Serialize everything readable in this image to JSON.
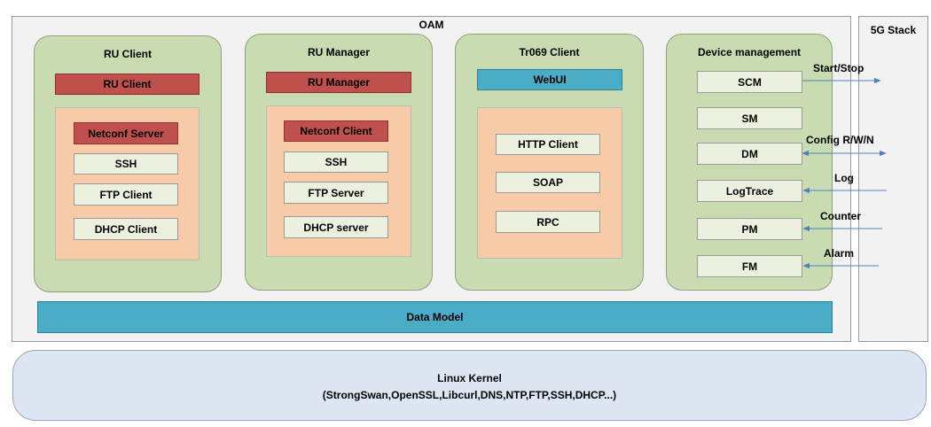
{
  "oam": {
    "title": "OAM"
  },
  "stack_5g": {
    "title": "5G Stack"
  },
  "ru_client": {
    "title": "RU Client",
    "header": "RU Client",
    "components": [
      "Netconf Server",
      "SSH",
      "FTP Client",
      "DHCP Client"
    ]
  },
  "ru_manager": {
    "title": "RU Manager",
    "header": "RU Manager",
    "components": [
      "Netconf Client",
      "SSH",
      "FTP Server",
      "DHCP server"
    ]
  },
  "tr069_client": {
    "title": "Tr069 Client",
    "header": "WebUI",
    "components": [
      "HTTP Client",
      "SOAP",
      "RPC"
    ]
  },
  "device_management": {
    "title": "Device management",
    "modules": [
      "SCM",
      "SM",
      "DM",
      "LogTrace",
      "PM",
      "FM"
    ]
  },
  "interfaces": [
    "Start/Stop",
    "Config R/W/N",
    "Log",
    "Counter",
    "Alarm"
  ],
  "data_model": {
    "label": "Data Model"
  },
  "linux_kernel": {
    "title": "Linux Kernel",
    "subtitle": "(StrongSwan,OpenSSL,Libcurl,DNS,NTP,FTP,SSH,DHCP...)"
  },
  "colors": {
    "panel": "#c9dcb1",
    "header_red": "#c0504d",
    "header_teal": "#4bacc6",
    "inner_orange": "#f8cba8",
    "box_light": "#ebf1de",
    "kernel": "#dde6f3",
    "arrow": "#4f81bd"
  }
}
